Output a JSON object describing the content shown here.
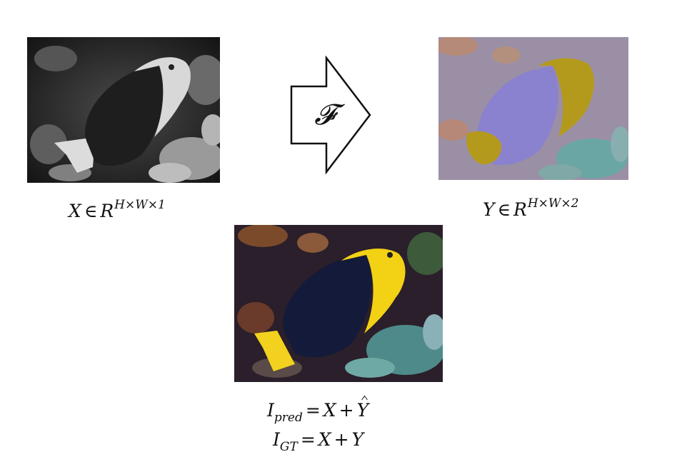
{
  "transform_symbol": "𝓕",
  "input_label": {
    "base": "X",
    "relation": "∈",
    "space": "R",
    "dims": "H×W×1"
  },
  "output_label": {
    "base": "Y",
    "relation": "∈",
    "space": "R",
    "dims": "H×W×2"
  },
  "equation_pred": {
    "lhs": "I",
    "lhs_sub": "pred",
    "eq": "=",
    "term1": "X",
    "plus": "+",
    "term2": "Y"
  },
  "equation_gt": {
    "lhs": "I",
    "lhs_sub": "GT",
    "eq": "=",
    "term1": "X",
    "plus": "+",
    "term2": "Y"
  },
  "icons": {
    "grayscale_image": "grayscale-fish-photo",
    "chroma_image": "ab-channel-fish-map",
    "color_image": "color-fish-photo",
    "arrow": "right-block-arrow"
  }
}
